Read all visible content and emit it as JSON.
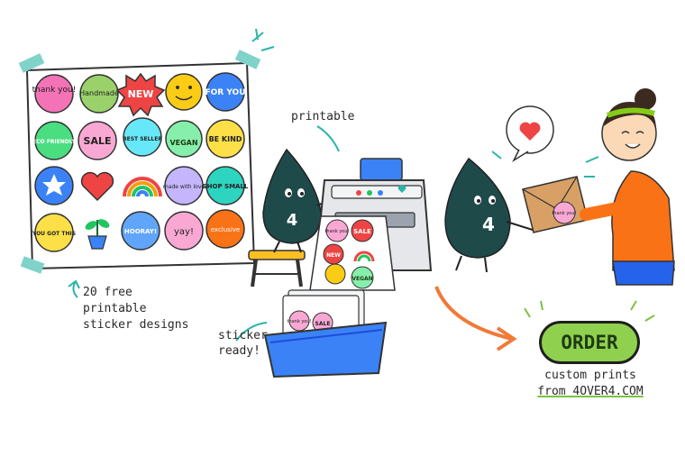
{
  "stickers": {
    "row1": [
      "thank you!",
      "Handmade",
      "NEW",
      "",
      "FOR YOU"
    ],
    "row2": [
      "ECO FRIENDLY",
      "SALE",
      "BEST SELLER",
      "VEGAN",
      "BE KIND"
    ],
    "row3": [
      "",
      "",
      "",
      "made with love",
      "SHOP SMALL"
    ],
    "row4": [
      "YOU GOT THIS",
      "",
      "HOORAY!",
      "yay!",
      "exclusive"
    ]
  },
  "labels": {
    "free_line1": "20 free",
    "free_line2": "printable",
    "free_line3": "sticker designs",
    "printable": "printable",
    "ready_line1": "sticker",
    "ready_line2": "ready!"
  },
  "mascot": {
    "number": "4"
  },
  "printout": {
    "thank": "thank you!",
    "sale": "SALE",
    "new": "NEW",
    "vegan": "VEGAN"
  },
  "tray": {
    "thank": "thank you!",
    "sale": "SALE"
  },
  "package": {
    "thank": "thank you!"
  },
  "order": {
    "button": "ORDER",
    "caption_line1": "custom prints",
    "caption_line2": "from 4OVER4.COM"
  },
  "colors": {
    "ink": "#1f4a4a",
    "order_green": "#8fd14f",
    "arrow_orange": "#f07a3a",
    "teal_accent": "#2bb5a8"
  }
}
